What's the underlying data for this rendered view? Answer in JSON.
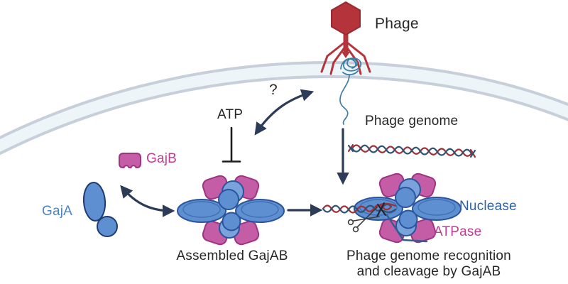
{
  "figure": {
    "labels": {
      "phage": "Phage",
      "phage_genome": "Phage genome",
      "atp": "ATP",
      "question_mark": "?",
      "gajb": "GajB",
      "gaja": "GajA",
      "assembled_complex": "Assembled GajAB",
      "nuclease": "Nuclease",
      "atpase": "ATPase",
      "caption_line1": "Phage genome recognition",
      "caption_line2": "and cleavage by GajAB"
    },
    "icons": [
      "phage-icon",
      "cell-membrane",
      "phage-genome-tangle-icon",
      "phage-genome-thread-icon",
      "dna-helix-icon",
      "gajb-protein-icon",
      "gaja-protein-icon",
      "assembled-gajab-icon",
      "gajab-dna-complex-icon",
      "scissors-icon",
      "inhibition-bar-icon",
      "equilibrium-arrow-icon",
      "question-arrow-icon",
      "down-arrow-icon",
      "right-arrow-icon"
    ]
  },
  "colors": {
    "phage_red": "#b5343c",
    "phage_red_outline": "#992a30",
    "membrane_edge": "#c7cfda",
    "membrane_fill": "#edf5f9",
    "genome_teal": "#3f7fa8",
    "protein_blue": "#5d8fd1",
    "protein_blue_light": "#7aa3dc",
    "protein_blue_outline": "#2b549e",
    "protein_magenta": "#c45ca6",
    "protein_magenta_outline": "#a03381",
    "arrow_navy": "#2b3b58",
    "dna_red": "#a03038",
    "dna_navy": "#2f5377",
    "pointer_blue": "#2f5f8a",
    "label_blue": "#2d5fa8",
    "label_blue_light": "#4d84c6",
    "label_magenta": "#c23a92",
    "text_dark": "#262626"
  }
}
